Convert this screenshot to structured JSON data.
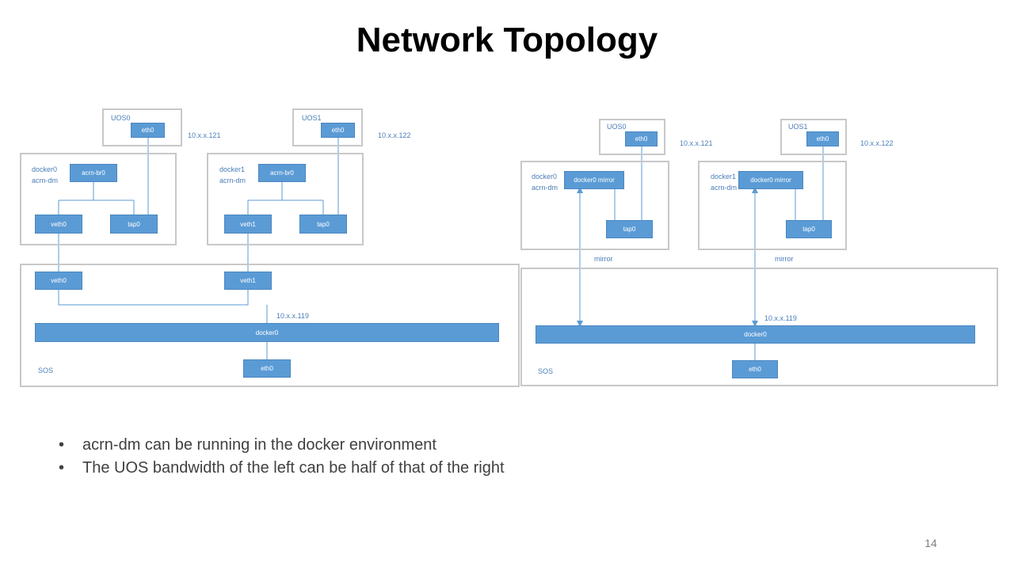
{
  "slide": {
    "title": "Network Topology",
    "page_number": "14"
  },
  "left_diagram": {
    "uos0": {
      "label": "UOS0",
      "eth": "eth0",
      "ip": "10.x.x.121"
    },
    "uos1": {
      "label": "UOS1",
      "eth": "eth0",
      "ip": "10.x.x.122"
    },
    "dm0": {
      "docker": "docker0",
      "acrn": "acrn-dm",
      "bridge": "acrn-br0",
      "veth": "veth0",
      "tap": "tap0"
    },
    "dm1": {
      "docker": "docker1",
      "acrn": "acrn-dm",
      "bridge": "acrn-br0",
      "veth": "veth1",
      "tap": "tap0"
    },
    "sos": {
      "label": "SOS",
      "veth0": "veth0",
      "veth1": "veth1",
      "ip": "10.x.x.119",
      "docker": "docker0",
      "eth": "eth0"
    }
  },
  "right_diagram": {
    "uos0": {
      "label": "UOS0",
      "eth": "eth0",
      "ip": "10.x.x.121"
    },
    "uos1": {
      "label": "UOS1",
      "eth": "eth0",
      "ip": "10.x.x.122"
    },
    "dm0": {
      "docker": "docker0",
      "acrn": "acrn-dm",
      "mirror_box": "docker0 mirror",
      "tap": "tap0",
      "mirror": "mirror"
    },
    "dm1": {
      "docker": "docker1",
      "acrn": "acrn-dm",
      "mirror_box": "docker0 mirror",
      "tap": "tap0",
      "mirror": "mirror"
    },
    "sos": {
      "label": "SOS",
      "ip": "10.x.x.119",
      "docker": "docker0",
      "eth": "eth0"
    }
  },
  "bullets": [
    "acrn-dm can be running in the docker environment",
    "The UOS bandwidth of the left can be half of that of the right"
  ],
  "colors": {
    "block": "#5b9bd5",
    "frame": "#c8c8c8",
    "label": "#4a7eb8",
    "line": "#5b9bd5"
  }
}
